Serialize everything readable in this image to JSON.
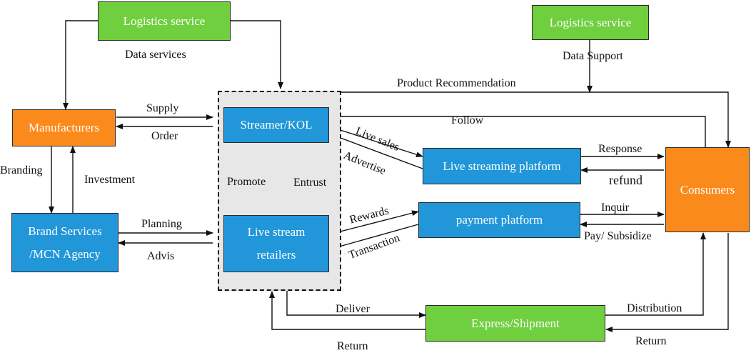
{
  "nodes": {
    "logistics_left": "Logistics service",
    "logistics_right": "Logistics service",
    "manufacturers": "Manufacturers",
    "brand_services_line1": "Brand Services",
    "brand_services_line2": "/MCN Agency",
    "streamer": "Streamer/KOL",
    "live_retailers_line1": "Live stream",
    "live_retailers_line2": "retailers",
    "live_platform": "Live streaming platform",
    "payment_platform": "payment platform",
    "consumers": "Consumers",
    "express": "Express/Shipment"
  },
  "labels": {
    "data_services": "Data services",
    "data_support": "Data Support",
    "product_recommendation": "Product Recommendation",
    "supply": "Supply",
    "order": "Order",
    "branding": "Branding",
    "investment": "Investment",
    "planning": "Planning",
    "advis": "Advis",
    "promote": "Promote",
    "entrust": "Entrust",
    "follow": "Follow",
    "live_sales": "Live sales",
    "advertise": "Advertise",
    "response": "Response",
    "refund": "refund",
    "rewards": "Rewards",
    "transaction": "Transaction",
    "inquir": "Inquir",
    "pay_subsidize": "Pay/ Subsidize",
    "deliver": "Deliver",
    "return_left": "Return",
    "distribution": "Distribution",
    "return_right": "Return"
  },
  "colors": {
    "green": "#6fcf3f",
    "blue": "#2196d8",
    "orange": "#fb8a1c",
    "group_bg": "#e7e7e7"
  }
}
